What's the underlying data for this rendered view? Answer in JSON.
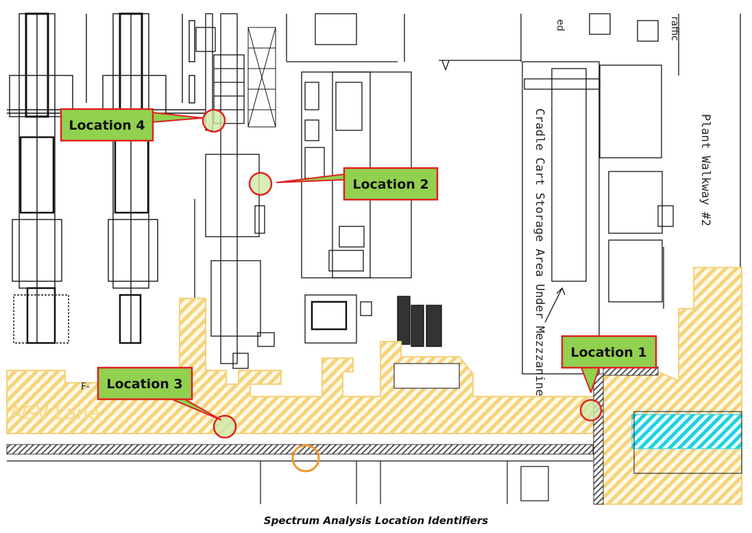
{
  "caption": "Spectrum Analysis Location Identifiers",
  "plan_labels": {
    "storage_area": "Cradle Cart Storage Area Under Mezzzanine",
    "walkway": "Plant Walkway #2",
    "agv_lane": "AGV Lane",
    "f_marker": "F-",
    "top_fragment": "ed",
    "traffic_fragment": "raffic"
  },
  "callouts": {
    "location_1": "Location 1",
    "location_2": "Location 2",
    "location_3": "Location 3",
    "location_4": "Location 4"
  },
  "colors": {
    "callout_fill": "#92d050",
    "callout_border": "#e02020",
    "marker_ring_red": "#e02020",
    "marker_ring_orange": "#f0962a",
    "lane_hatch": "#f5d27a",
    "cyan_hatch": "#22d0e0"
  }
}
